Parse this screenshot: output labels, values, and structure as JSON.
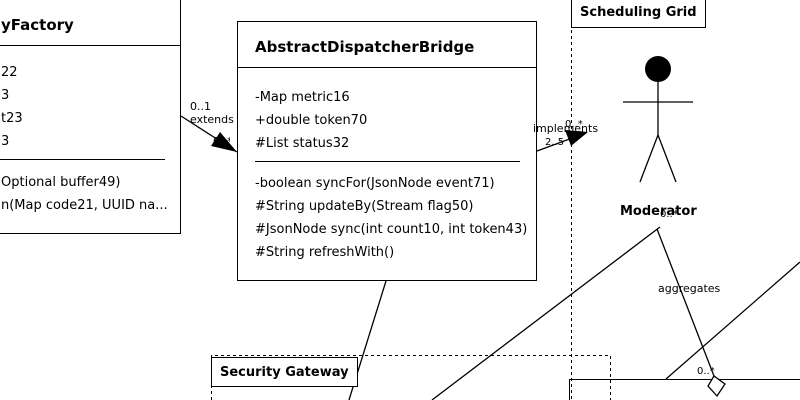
{
  "left_class": {
    "name": "yFactory",
    "attributes": [
      "22",
      "3",
      "t23",
      "3"
    ],
    "operations": [
      "Optional buffer49)",
      "n(Map code21, UUID na..."
    ]
  },
  "main_class": {
    "name": "AbstractDispatcherBridge",
    "attributes": [
      "-Map metric16",
      "+double token70",
      "#List status32"
    ],
    "operations": [
      "-boolean syncFor(JsonNode event71)",
      "#String updateBy(Stream flag50)",
      "#JsonNode sync(int count10, int token43)",
      "#String refreshWith()"
    ]
  },
  "frames": {
    "scheduling": "Scheduling Grid",
    "security": "Security Gateway"
  },
  "actor": {
    "name": "Moderator"
  },
  "labels": {
    "extends_mult_a": "0..1",
    "extends_text": "extends",
    "extends_mult_b": "0..*",
    "implements_text": "implements",
    "implements_mult_a": "0..*",
    "implements_mult_b": "2..5",
    "aggregates_text": "aggregates",
    "aggregates_mult_top": "0..*",
    "aggregates_mult_bottom": "0..*"
  }
}
